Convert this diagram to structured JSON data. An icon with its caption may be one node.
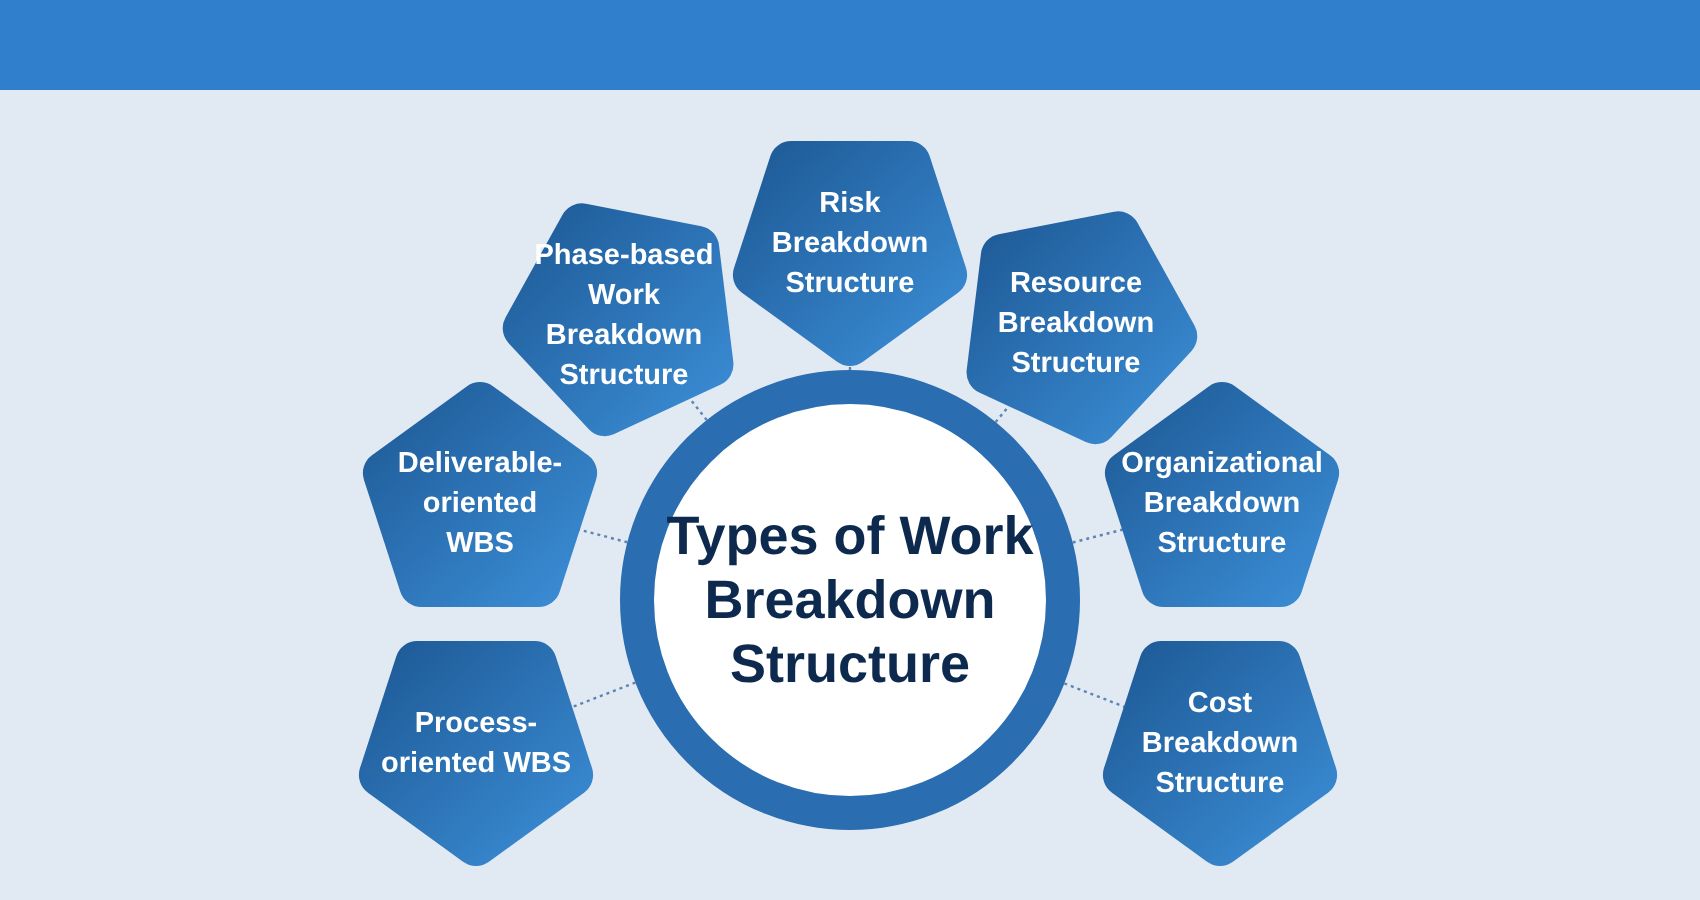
{
  "diagram": {
    "nodes": [
      {
        "text": [
          "Types of Work Breakdown Structure"
        ]
      },
      {
        "text": [
          "Process-oriented WBS"
        ]
      },
      {
        "text": [
          "Deliverable-oriented WBS"
        ]
      },
      {
        "text": [
          "Phase-based Work Breakdown Structure"
        ]
      },
      {
        "text": [
          "Risk Breakdown Structure"
        ]
      },
      {
        "text": [
          "Resource Breakdown Structure"
        ]
      },
      {
        "text": [
          "Organizational Breakdown Structure"
        ]
      },
      {
        "text": [
          "Cost Breakdown Structure"
        ]
      }
    ],
    "edges": [
      {
        "from": 0,
        "to": 1,
        "arrow": "none"
      },
      {
        "from": 0,
        "to": 2,
        "arrow": "none"
      },
      {
        "from": 0,
        "to": 3,
        "arrow": "none"
      },
      {
        "from": 0,
        "to": 4,
        "arrow": "none"
      },
      {
        "from": 0,
        "to": 5,
        "arrow": "none"
      },
      {
        "from": 0,
        "to": 6,
        "arrow": "none"
      },
      {
        "from": 0,
        "to": 7,
        "arrow": "none"
      }
    ]
  }
}
